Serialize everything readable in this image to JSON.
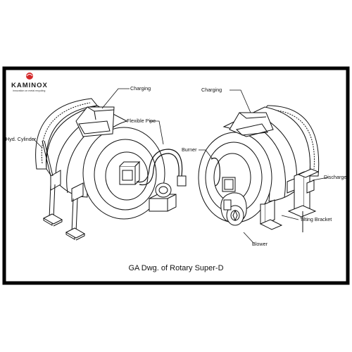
{
  "logo": {
    "brand": "KAMINOX",
    "tagline": "innovation on metal recycling",
    "mark_color": "#d4282a"
  },
  "labels": {
    "charging_left": "Charging",
    "flexible_pipe": "Flexible Pipe",
    "hyd_cylinder": "Hyd. Cylinder",
    "charging_right": "Charging",
    "burner": "Burner",
    "discharge": "Discharge",
    "tilting_bracket": "Tilting Bracket",
    "blower": "Blower"
  },
  "caption": "GA Dwg. of Rotary Super-D"
}
